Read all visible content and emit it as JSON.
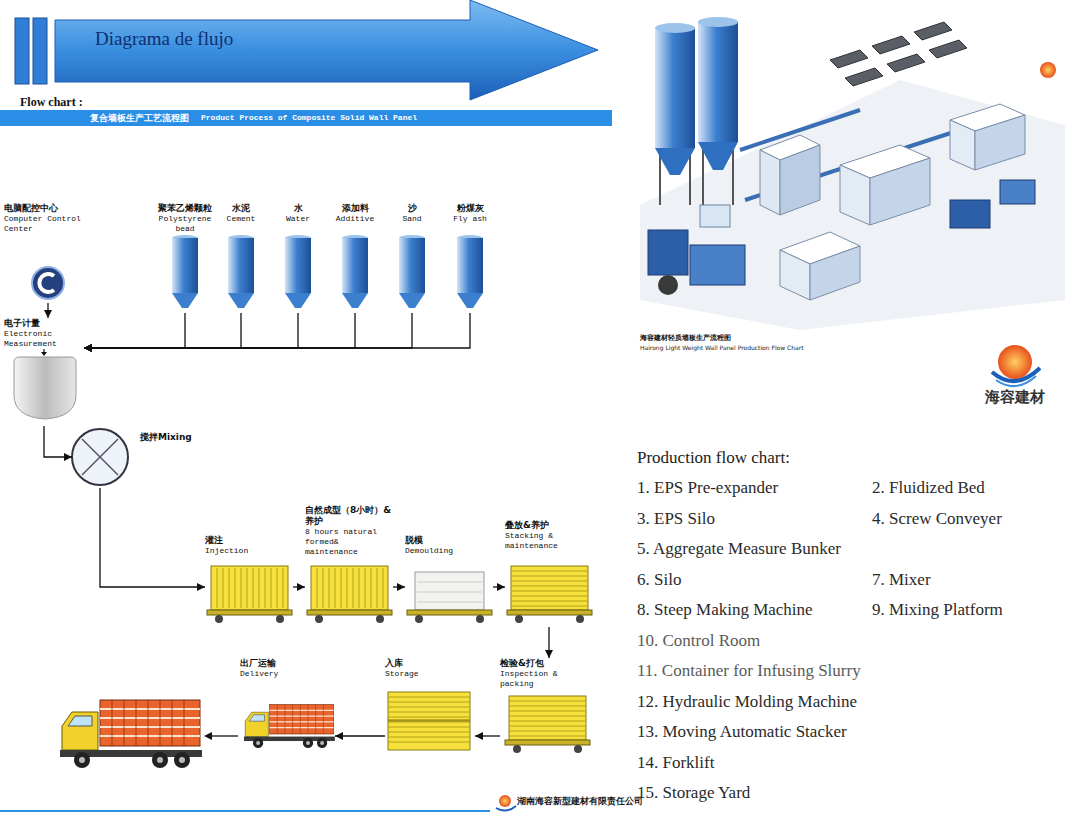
{
  "diagram": {
    "nodes": [
      {
        "text": [
          "Diagrama de flujo"
        ]
      },
      {
        "text": [
          "复合墙板生产工艺流程图",
          "Product Process of Composite Solid Wall Panel"
        ]
      },
      {
        "text": [
          "电脑配控中心",
          "Computer Control Center"
        ]
      },
      {
        "text": [
          "聚苯乙烯颗粒",
          "Polystyrene bead"
        ]
      },
      {
        "text": [
          "水泥",
          "Cement"
        ]
      },
      {
        "text": [
          "水",
          "Water"
        ]
      },
      {
        "text": [
          "添加料",
          "Additive"
        ]
      },
      {
        "text": [
          "沙",
          "Sand"
        ]
      },
      {
        "text": [
          "粉煤灰",
          "Fly ash"
        ]
      },
      {
        "text": [
          "电子计量",
          "Electronic Measurement"
        ]
      },
      {
        "text": [
          "搅拌Mixing"
        ]
      },
      {
        "text": [
          "灌注",
          "Injection"
        ]
      },
      {
        "text": [
          "自然成型（8小时）&养护",
          "8 hours natural formed& maintenance"
        ]
      },
      {
        "text": [
          "脱模",
          "Demoulding"
        ]
      },
      {
        "text": [
          "叠放&养护",
          "Stacking & maintenance"
        ]
      },
      {
        "text": [
          "检验&打包",
          "Inspection & packing"
        ]
      },
      {
        "text": [
          "入库",
          "Storage"
        ]
      },
      {
        "text": [
          "出厂运输",
          "Delivery"
        ]
      }
    ],
    "edges": [
      {
        "from": 3,
        "to": 9,
        "arrow": "to"
      },
      {
        "from": 4,
        "to": 9,
        "arrow": "to"
      },
      {
        "from": 5,
        "to": 9,
        "arrow": "to"
      },
      {
        "from": 6,
        "to": 9,
        "arrow": "to"
      },
      {
        "from": 7,
        "to": 9,
        "arrow": "to"
      },
      {
        "from": 8,
        "to": 9,
        "arrow": "to"
      },
      {
        "from": 2,
        "to": 9,
        "arrow": "to"
      },
      {
        "from": 9,
        "to": 10,
        "arrow": "to"
      },
      {
        "from": 10,
        "to": 11,
        "arrow": "to"
      },
      {
        "from": 11,
        "to": 12,
        "arrow": "to"
      },
      {
        "from": 12,
        "to": 13,
        "arrow": "to"
      },
      {
        "from": 13,
        "to": 14,
        "arrow": "to"
      },
      {
        "from": 14,
        "to": 15,
        "arrow": "to"
      },
      {
        "from": 15,
        "to": 16,
        "arrow": "to"
      },
      {
        "from": 16,
        "to": 17,
        "arrow": "to"
      }
    ],
    "labels": [
      "Flow chart :",
      "湖南海容新型建材有限责任公司",
      "海容建材轻质墙板生产流程图",
      "Hairong Light Weight Wall Panel Production Flow Chart",
      "海容建材",
      "Production flow chart:",
      "1. EPS Pre-expander",
      "2. Fluidized Bed",
      "3. EPS Silo",
      "4. Screw Conveyer",
      "5. Aggregate Measure Bunker",
      "6. Silo",
      "7. Mixer",
      "8. Steep Making Machine",
      "9. Mixing Platform",
      "10. Control Room",
      "11. Container for Infusing Slurry",
      "12. Hydraulic Molding Machine",
      "13. Moving Automatic Stacker",
      "14. Forklift",
      "15. Storage Yard"
    ]
  }
}
